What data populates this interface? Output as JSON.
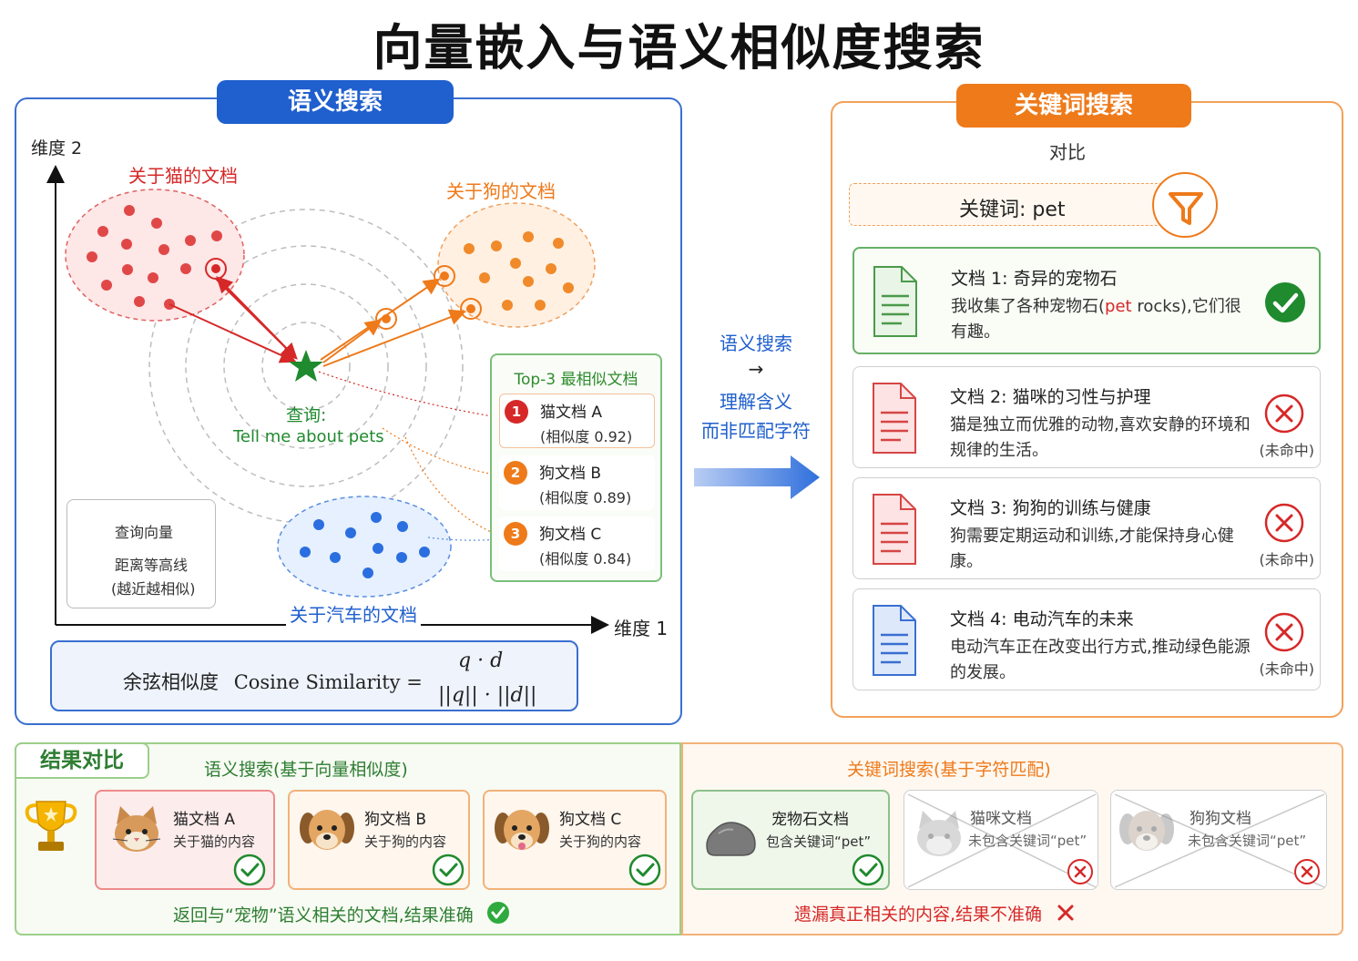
{
  "title": "向量嵌入与语义相似度搜索",
  "semantic": {
    "header": "语义搜索",
    "axis_y": "维度 2",
    "axis_x": "维度 1",
    "cluster_cat": "关于猫的文档",
    "cluster_dog": "关于狗的文档",
    "cluster_car": "关于汽车的文档",
    "query_label": "查询:",
    "query_text": "Tell me about pets",
    "legend": {
      "query_vector": "查询向量",
      "contour": "距离等高线",
      "contour_note": "(越近越相似)"
    },
    "top3": {
      "title": "Top-3 最相似文档",
      "items": [
        {
          "num": "1",
          "name": "猫文档 A",
          "score": "(相似度 0.92)",
          "color": "#d62828"
        },
        {
          "num": "2",
          "name": "狗文档 B",
          "score": "(相似度 0.89)",
          "color": "#ee7a1a"
        },
        {
          "num": "3",
          "name": "狗文档 C",
          "score": "(相似度 0.84)",
          "color": "#ee7a1a"
        }
      ]
    },
    "formula": {
      "label": "余弦相似度",
      "name_en": "Cosine Similarity =",
      "numerator": "q · d",
      "denominator": "||q|| · ||d||"
    }
  },
  "middle": {
    "line1": "语义搜索",
    "line2": "→",
    "line3": "理解含义",
    "line4": "而非匹配字符"
  },
  "keyword": {
    "header": "关键词搜索",
    "subtitle": "对比",
    "input": "关键词: pet",
    "docs": [
      {
        "title": "文档 1: 奇异的宠物石",
        "body_pre": "我收集了各种宠物石(",
        "body_hit": "pet",
        "body_post": " rocks),它们很有趣。",
        "status": "hit",
        "miss": ""
      },
      {
        "title": "文档 2: 猫咪的习性与护理",
        "body": "猫是独立而优雅的动物,喜欢安静的环境和规律的生活。",
        "status": "miss",
        "miss": "(未命中)"
      },
      {
        "title": "文档 3: 狗狗的训练与健康",
        "body": "狗需要定期运动和训练,才能保持身心健康。",
        "status": "miss",
        "miss": "(未命中)"
      },
      {
        "title": "文档 4: 电动汽车的未来",
        "body": "电动汽车正在改变出行方式,推动绿色能源的发展。",
        "status": "miss",
        "miss": "(未命中)"
      }
    ]
  },
  "results": {
    "tab": "结果对比",
    "semantic_heading": "语义搜索(基于向量相似度)",
    "keyword_heading": "关键词搜索(基于字符匹配)",
    "semantic_cards": [
      {
        "name": "猫文档 A",
        "desc": "关于猫的内容"
      },
      {
        "name": "狗文档 B",
        "desc": "关于狗的内容"
      },
      {
        "name": "狗文档 C",
        "desc": "关于狗的内容"
      }
    ],
    "keyword_cards": [
      {
        "name": "宠物石文档",
        "desc": "包含关键词“pet”"
      },
      {
        "name": "猫咪文档",
        "desc": "未包含关键词“pet”"
      },
      {
        "name": "狗狗文档",
        "desc": "未包含关键词“pet”"
      }
    ],
    "semantic_footer": "返回与“宠物”语义相关的文档,结果准确",
    "keyword_footer": "遗漏真正相关的内容,结果不准确"
  },
  "colors": {
    "blue": "#1f5fce",
    "orange": "#ee7a1a",
    "red": "#d62828",
    "green": "#2e8b2e"
  }
}
